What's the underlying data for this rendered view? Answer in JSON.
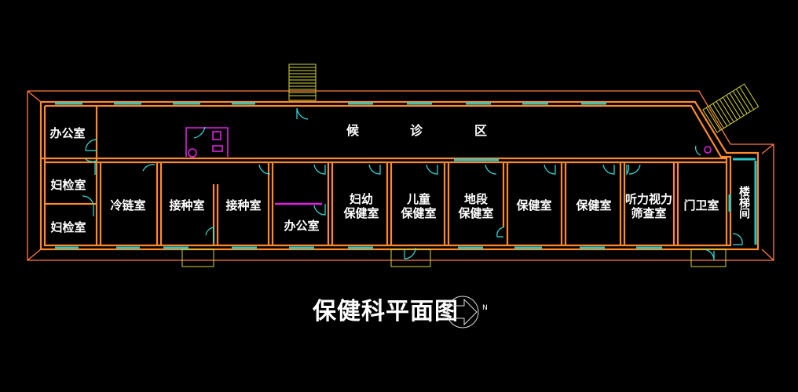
{
  "title": "保健科平面图",
  "north_label": "N",
  "colors": {
    "background": "#000000",
    "wall": "#ff8a2a",
    "outline": "#ff7a3d",
    "window": "#2fc6c6",
    "door": "#33e0e0",
    "stairs": "#d4d43a",
    "fixture": "#e020e0",
    "text": "#ffffff"
  },
  "hall": {
    "chars": [
      "候",
      "诊",
      "区"
    ]
  },
  "rooms": [
    {
      "id": "office-1",
      "label": "办公室"
    },
    {
      "id": "gyn-exam-1",
      "label": "妇检室"
    },
    {
      "id": "gyn-exam-2",
      "label": "妇检室"
    },
    {
      "id": "cold-chain",
      "label": "冷链室"
    },
    {
      "id": "vaccination-1",
      "label": "接种室"
    },
    {
      "id": "vaccination-2",
      "label": "接种室"
    },
    {
      "id": "office-2",
      "label": "办公室"
    },
    {
      "id": "maternal-child",
      "label": "妇幼\n保健室"
    },
    {
      "id": "child-health",
      "label": "儿童\n保健室"
    },
    {
      "id": "district-health",
      "label": "地段\n保健室"
    },
    {
      "id": "health-1",
      "label": "保健室"
    },
    {
      "id": "health-2",
      "label": "保健室"
    },
    {
      "id": "hearing-vision",
      "label": "听力视力\n筛查室"
    },
    {
      "id": "guard",
      "label": "门卫室"
    },
    {
      "id": "stairwell",
      "label": "楼梯间"
    }
  ]
}
